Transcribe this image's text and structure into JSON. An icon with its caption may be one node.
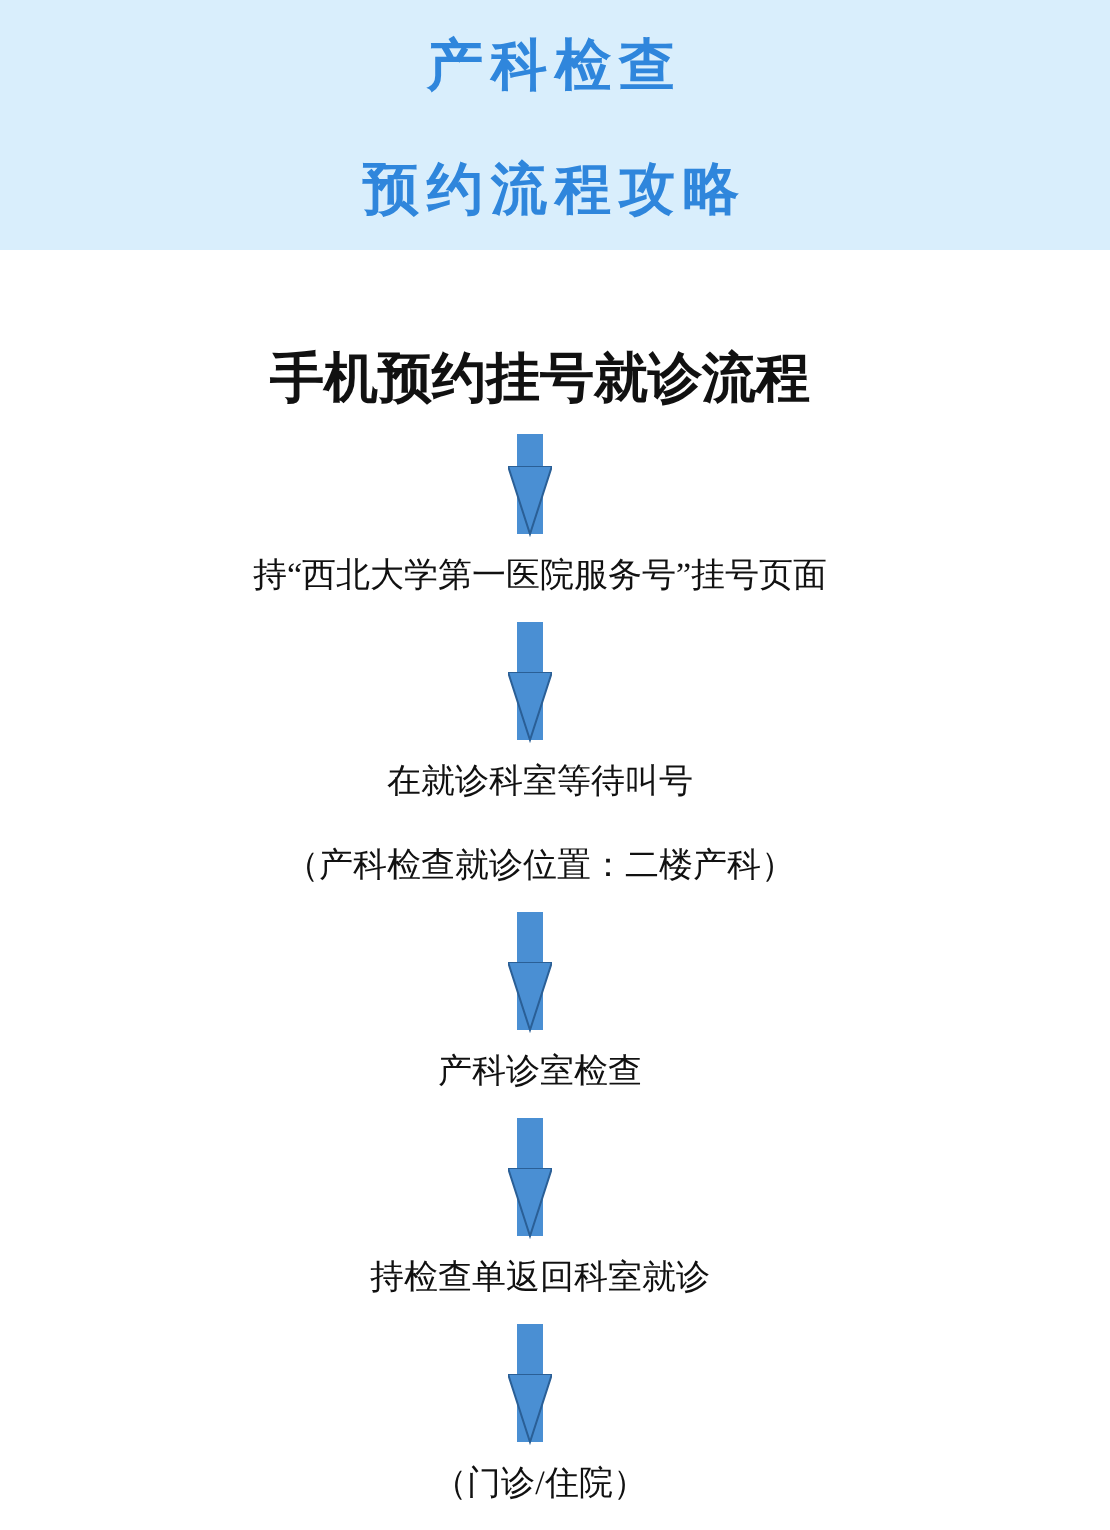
{
  "diagram": {
    "title": "产科检查",
    "labels": [
      "预约流程攻略"
    ],
    "nodes": [
      {
        "text": [
          "手机预约挂号就诊流程"
        ]
      },
      {
        "text": [
          "持“西北大学第一医院服务号”挂号页面"
        ]
      },
      {
        "text": [
          "在就诊科室等待叫号",
          "（产科检查就诊位置：二楼产科）"
        ]
      },
      {
        "text": [
          "产科诊室检查"
        ]
      },
      {
        "text": [
          "持检查单返回科室就诊"
        ]
      },
      {
        "text": [
          "（门诊/住院）"
        ]
      }
    ],
    "edges": [
      {
        "from": 0,
        "to": 1,
        "arrow": "to"
      },
      {
        "from": 1,
        "to": 2,
        "arrow": "to"
      },
      {
        "from": 2,
        "to": 3,
        "arrow": "to"
      },
      {
        "from": 3,
        "to": 4,
        "arrow": "to"
      },
      {
        "from": 4,
        "to": 5,
        "arrow": "to"
      }
    ]
  }
}
